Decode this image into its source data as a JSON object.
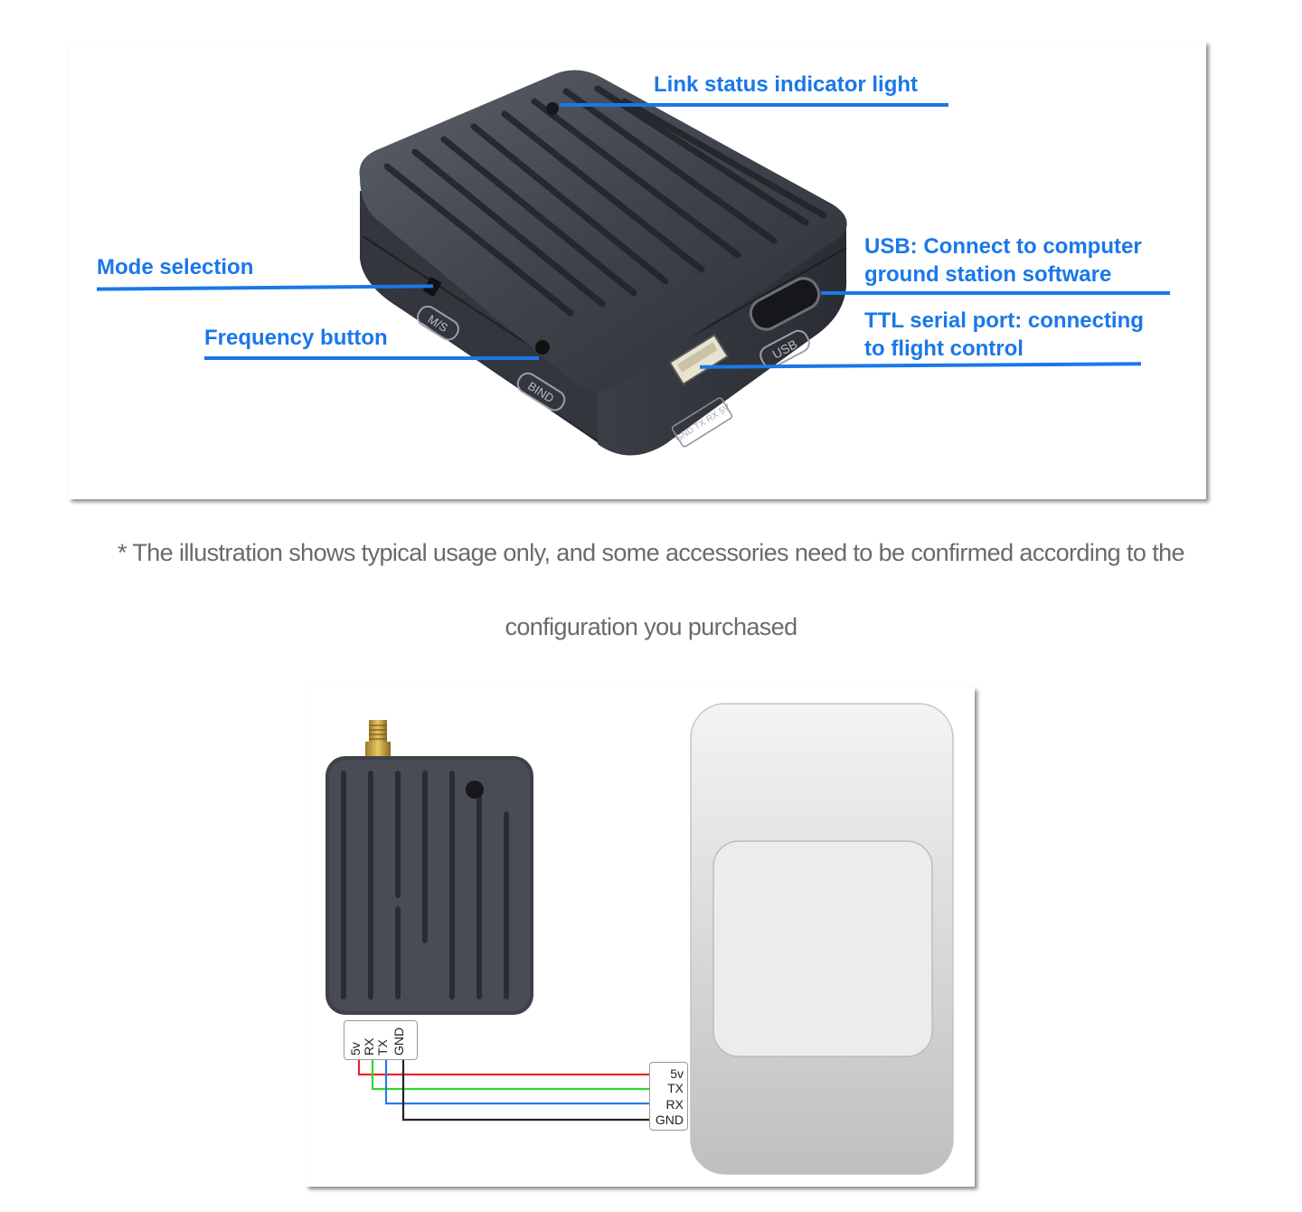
{
  "callouts": {
    "link_status": "Link status indicator light",
    "mode_selection": "Mode selection",
    "frequency_button": "Frequency button",
    "usb_line1": "USB: Connect to computer",
    "usb_line2": "ground station software",
    "ttl_line1": "TTL serial port: connecting",
    "ttl_line2": "to flight control"
  },
  "device_markings": {
    "ms": "M/S",
    "bind": "BIND",
    "usb": "USB",
    "port_pins": "GND TX RX 5V"
  },
  "caption": {
    "line1": "* The illustration shows typical usage only, and some accessories need to be confirmed according to the",
    "line2": "configuration you purchased"
  },
  "wiring": {
    "module_pins": [
      "5v",
      "RX",
      "TX",
      "GND"
    ],
    "controller_pins": [
      "5v",
      "TX",
      "RX",
      "GND"
    ],
    "wire_colors": {
      "5v": "#e8262b",
      "rx_tx": "#35d23a",
      "tx_rx": "#2c7ae6",
      "gnd": "#222222"
    }
  }
}
